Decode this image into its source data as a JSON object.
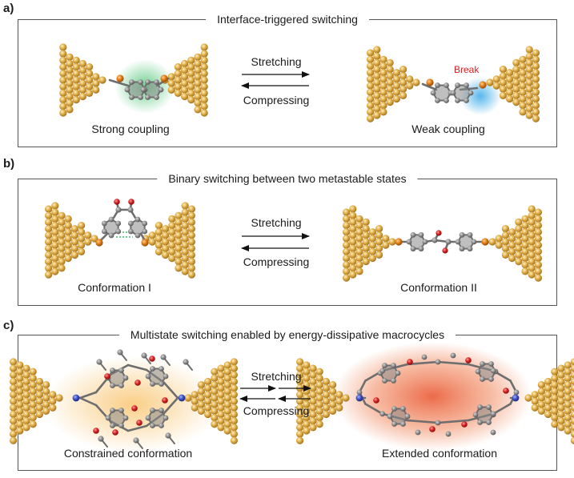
{
  "panels": [
    {
      "label": "a)",
      "title": "Interface-triggered switching",
      "left_caption": "Strong coupling",
      "right_caption": "Weak coupling",
      "forward": "Stretching",
      "backward": "Compressing",
      "annotation": "Break"
    },
    {
      "label": "b)",
      "title": "Binary switching between two metastable states",
      "left_caption": "Conformation I",
      "right_caption": "Conformation II",
      "forward": "Stretching",
      "backward": "Compressing"
    },
    {
      "label": "c)",
      "title": "Multistate switching enabled by energy-dissipative macrocycles",
      "left_caption": "Constrained conformation",
      "right_caption": "Extended conformation",
      "forward": "Stretching",
      "backward": "Compressing"
    }
  ],
  "colors": {
    "gold": "#d9a53a",
    "carbon": "#8a8a8a",
    "sulfur": "#e07b14",
    "oxygen": "#d32020",
    "nitrogen": "#3b4fc4",
    "break_text": "#d32020",
    "glow_green": "#3fbf6a",
    "glow_blue": "#39a9e8",
    "glow_orange": "#f5a623",
    "glow_red": "#e8502a"
  }
}
